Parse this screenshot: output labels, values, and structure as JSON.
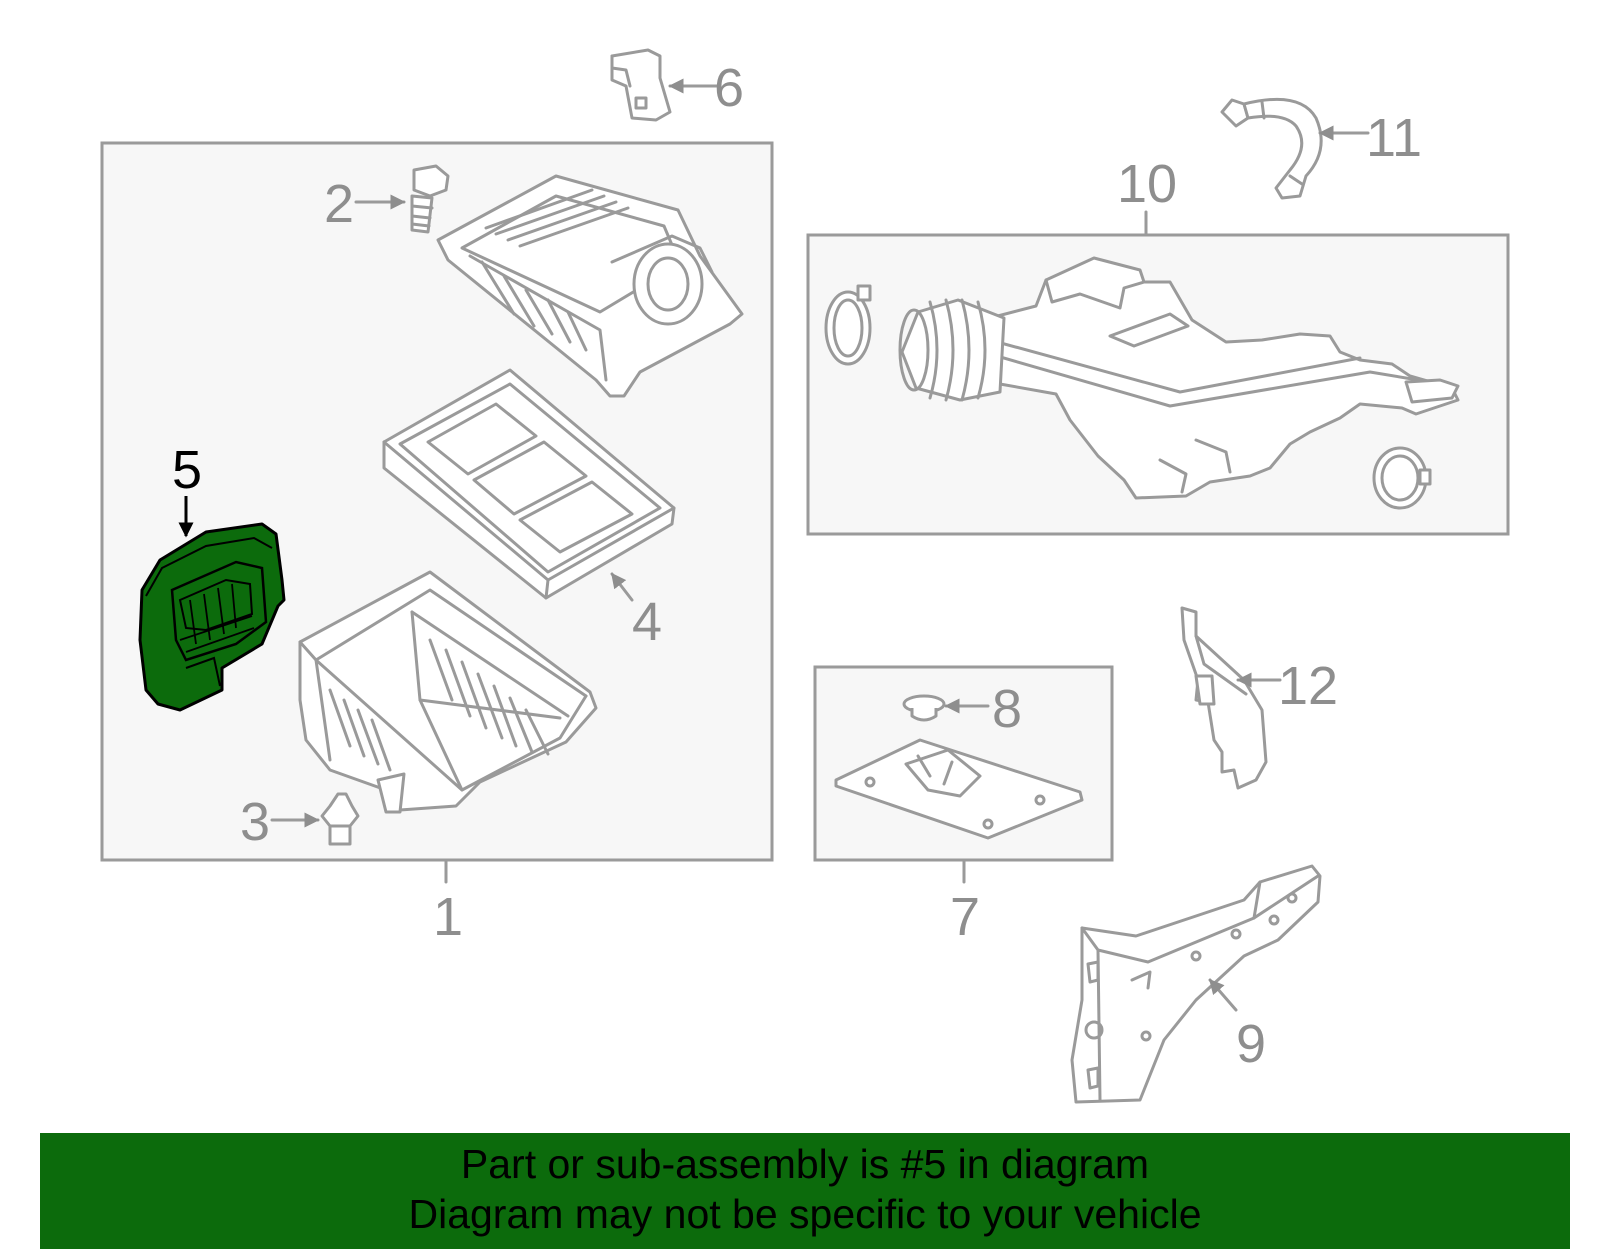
{
  "callouts": {
    "p1": "1",
    "p2": "2",
    "p3": "3",
    "p4": "4",
    "p5": "5",
    "p6": "6",
    "p7": "7",
    "p8": "8",
    "p9": "9",
    "p10": "10",
    "p11": "11",
    "p12": "12"
  },
  "highlight": {
    "part": "5",
    "color": "#0c6b0c"
  },
  "banner": {
    "line1": "Part or sub-assembly is #5 in diagram",
    "line2": "Diagram may not be specific to your vehicle",
    "background": "#0c6b0c"
  }
}
